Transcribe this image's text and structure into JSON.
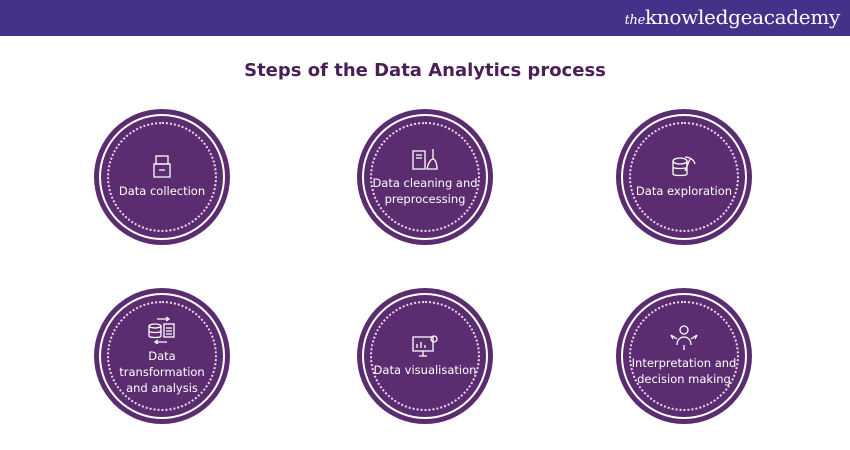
{
  "header": {
    "logo_prefix": "the",
    "logo_main": "knowledgeacademy"
  },
  "title": "Steps of the Data Analytics process",
  "steps": [
    {
      "label": "Data collection",
      "icon": "folder-documents-icon"
    },
    {
      "label": "Data cleaning and preprocessing",
      "icon": "document-broom-icon"
    },
    {
      "label": "Data exploration",
      "icon": "database-pickaxe-icon"
    },
    {
      "label": "Data transformation and analysis",
      "icon": "database-transfer-icon"
    },
    {
      "label": "Data visualisation",
      "icon": "presentation-chart-icon"
    },
    {
      "label": "Interpretation and decision making",
      "icon": "person-decision-icon"
    }
  ],
  "colors": {
    "header": "#44318a",
    "circle": "#5b2c6f",
    "title": "#4a1f55"
  }
}
